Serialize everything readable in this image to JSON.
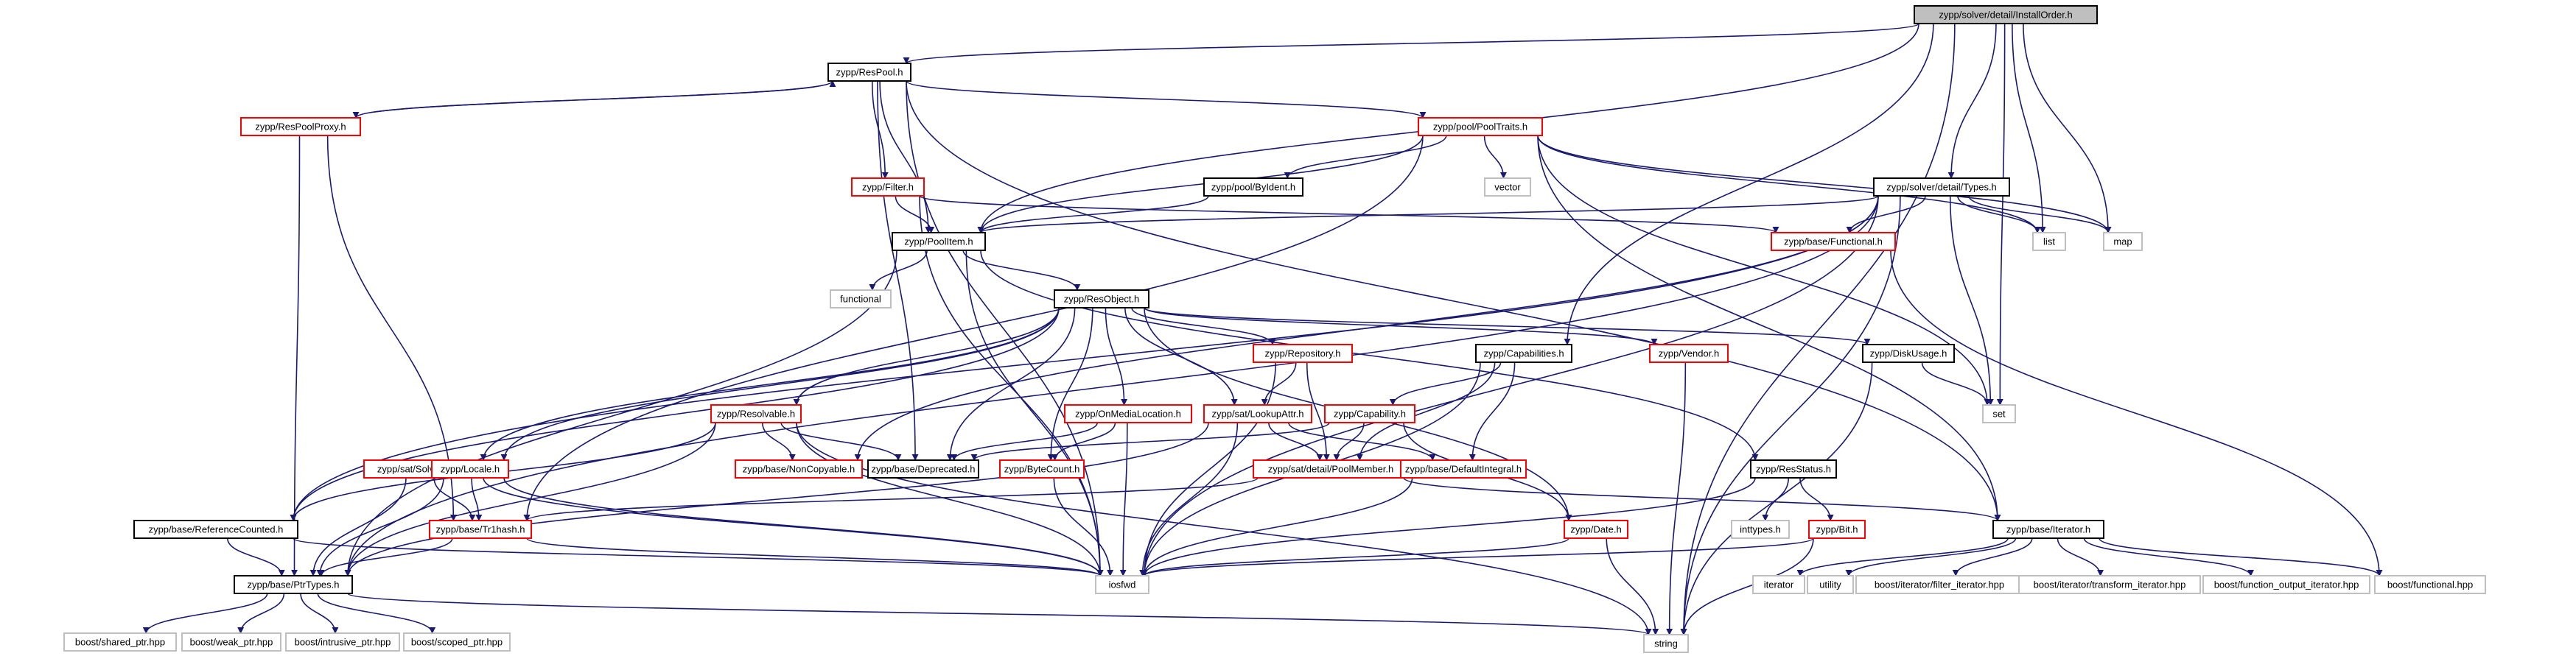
{
  "colors": {
    "edge": "#191970",
    "documented": "#000000",
    "undocumented": "#ff0000",
    "external": "#bfbfbf",
    "root_fill": "#bfbfbf",
    "text": "#000000"
  },
  "nodes": [
    {
      "id": "install_order",
      "label": "zypp/solver/detail/InstallOrder.h",
      "kind": "root"
    },
    {
      "id": "respool",
      "label": "zypp/ResPool.h",
      "kind": "documented"
    },
    {
      "id": "respoolproxy",
      "label": "zypp/ResPoolProxy.h",
      "kind": "undocumented"
    },
    {
      "id": "pooltraits",
      "label": "zypp/pool/PoolTraits.h",
      "kind": "undocumented"
    },
    {
      "id": "filter",
      "label": "zypp/Filter.h",
      "kind": "undocumented"
    },
    {
      "id": "byident",
      "label": "zypp/pool/ByIdent.h",
      "kind": "documented"
    },
    {
      "id": "vector",
      "label": "vector",
      "kind": "external"
    },
    {
      "id": "types",
      "label": "zypp/solver/detail/Types.h",
      "kind": "documented"
    },
    {
      "id": "list",
      "label": "list",
      "kind": "external"
    },
    {
      "id": "map",
      "label": "map",
      "kind": "external"
    },
    {
      "id": "functional_h",
      "label": "zypp/base/Functional.h",
      "kind": "undocumented"
    },
    {
      "id": "poolitem",
      "label": "zypp/PoolItem.h",
      "kind": "documented"
    },
    {
      "id": "functional",
      "label": "functional",
      "kind": "external"
    },
    {
      "id": "resobject",
      "label": "zypp/ResObject.h",
      "kind": "documented"
    },
    {
      "id": "capabilities",
      "label": "zypp/Capabilities.h",
      "kind": "documented"
    },
    {
      "id": "vendor",
      "label": "zypp/Vendor.h",
      "kind": "undocumented"
    },
    {
      "id": "diskusage",
      "label": "zypp/DiskUsage.h",
      "kind": "documented"
    },
    {
      "id": "set",
      "label": "set",
      "kind": "external"
    },
    {
      "id": "repository",
      "label": "zypp/Repository.h",
      "kind": "undocumented"
    },
    {
      "id": "capability",
      "label": "zypp/Capability.h",
      "kind": "undocumented"
    },
    {
      "id": "resolvable",
      "label": "zypp/Resolvable.h",
      "kind": "undocumented"
    },
    {
      "id": "onmedialocation",
      "label": "zypp/OnMediaLocation.h",
      "kind": "undocumented"
    },
    {
      "id": "lookupattr",
      "label": "zypp/sat/LookupAttr.h",
      "kind": "undocumented"
    },
    {
      "id": "noncopyable",
      "label": "zypp/base/NonCopyable.h",
      "kind": "undocumented"
    },
    {
      "id": "deprecated",
      "label": "zypp/base/Deprecated.h",
      "kind": "documented"
    },
    {
      "id": "bytecount",
      "label": "zypp/ByteCount.h",
      "kind": "undocumented"
    },
    {
      "id": "poolmember",
      "label": "zypp/sat/detail/PoolMember.h",
      "kind": "undocumented"
    },
    {
      "id": "defaultintegral",
      "label": "zypp/base/DefaultIntegral.h",
      "kind": "undocumented"
    },
    {
      "id": "solvableset",
      "label": "zypp/sat/SolvableSet.h",
      "kind": "undocumented"
    },
    {
      "id": "locale",
      "label": "zypp/Locale.h",
      "kind": "undocumented"
    },
    {
      "id": "resstatus",
      "label": "zypp/ResStatus.h",
      "kind": "documented"
    },
    {
      "id": "date",
      "label": "zypp/Date.h",
      "kind": "undocumented"
    },
    {
      "id": "refcounted",
      "label": "zypp/base/ReferenceCounted.h",
      "kind": "documented"
    },
    {
      "id": "tr1hash",
      "label": "zypp/base/Tr1hash.h",
      "kind": "undocumented"
    },
    {
      "id": "inttypes",
      "label": "inttypes.h",
      "kind": "external"
    },
    {
      "id": "bit",
      "label": "zypp/Bit.h",
      "kind": "undocumented"
    },
    {
      "id": "iterator_h",
      "label": "zypp/base/Iterator.h",
      "kind": "documented"
    },
    {
      "id": "ptrtypes",
      "label": "zypp/base/PtrTypes.h",
      "kind": "documented"
    },
    {
      "id": "iosfwd",
      "label": "iosfwd",
      "kind": "external"
    },
    {
      "id": "iterator",
      "label": "iterator",
      "kind": "external"
    },
    {
      "id": "utility",
      "label": "utility",
      "kind": "external"
    },
    {
      "id": "filter_iterator",
      "label": "boost/iterator/filter_iterator.hpp",
      "kind": "external"
    },
    {
      "id": "transform_iterator",
      "label": "boost/iterator/transform_iterator.hpp",
      "kind": "external"
    },
    {
      "id": "function_output_iterator",
      "label": "boost/function_output_iterator.hpp",
      "kind": "external"
    },
    {
      "id": "boost_functional",
      "label": "boost/functional.hpp",
      "kind": "external"
    },
    {
      "id": "string",
      "label": "string",
      "kind": "external"
    },
    {
      "id": "shared_ptr",
      "label": "boost/shared_ptr.hpp",
      "kind": "external"
    },
    {
      "id": "weak_ptr",
      "label": "boost/weak_ptr.hpp",
      "kind": "external"
    },
    {
      "id": "intrusive_ptr",
      "label": "boost/intrusive_ptr.hpp",
      "kind": "external"
    },
    {
      "id": "scoped_ptr",
      "label": "boost/scoped_ptr.hpp",
      "kind": "external"
    }
  ],
  "edges": [
    [
      "install_order",
      "respool"
    ],
    [
      "install_order",
      "types"
    ],
    [
      "install_order",
      "capabilities"
    ],
    [
      "install_order",
      "list"
    ],
    [
      "install_order",
      "map"
    ],
    [
      "install_order",
      "set"
    ],
    [
      "install_order",
      "string"
    ],
    [
      "install_order",
      "poolitem"
    ],
    [
      "respool",
      "respoolproxy"
    ],
    [
      "respool",
      "pooltraits"
    ],
    [
      "respool",
      "filter"
    ],
    [
      "respool",
      "poolitem"
    ],
    [
      "respool",
      "deprecated"
    ],
    [
      "respool",
      "iosfwd"
    ],
    [
      "respool",
      "iterator_h"
    ],
    [
      "respoolproxy",
      "respool"
    ],
    [
      "respoolproxy",
      "ptrtypes"
    ],
    [
      "respoolproxy",
      "tr1hash"
    ],
    [
      "pooltraits",
      "byident"
    ],
    [
      "pooltraits",
      "vector"
    ],
    [
      "pooltraits",
      "poolitem"
    ],
    [
      "pooltraits",
      "list"
    ],
    [
      "pooltraits",
      "map"
    ],
    [
      "pooltraits",
      "set"
    ],
    [
      "pooltraits",
      "iterator_h"
    ],
    [
      "pooltraits",
      "tr1hash"
    ],
    [
      "filter",
      "poolitem"
    ],
    [
      "filter",
      "functional_h"
    ],
    [
      "filter",
      "iosfwd"
    ],
    [
      "byident",
      "poolitem"
    ],
    [
      "types",
      "poolitem"
    ],
    [
      "types",
      "list"
    ],
    [
      "types",
      "map"
    ],
    [
      "types",
      "set"
    ],
    [
      "types",
      "string"
    ],
    [
      "types",
      "functional_h"
    ],
    [
      "types",
      "iosfwd"
    ],
    [
      "types",
      "noncopyable"
    ],
    [
      "types",
      "refcounted"
    ],
    [
      "types",
      "ptrtypes"
    ],
    [
      "functional_h",
      "boost_functional"
    ],
    [
      "poolitem",
      "functional"
    ],
    [
      "poolitem",
      "resobject"
    ],
    [
      "poolitem",
      "resstatus"
    ],
    [
      "poolitem",
      "iosfwd"
    ],
    [
      "poolitem",
      "ptrtypes"
    ],
    [
      "resobject",
      "repository"
    ],
    [
      "resobject",
      "vendor"
    ],
    [
      "resobject",
      "diskusage"
    ],
    [
      "resobject",
      "resolvable"
    ],
    [
      "resobject",
      "onmedialocation"
    ],
    [
      "resobject",
      "lookupattr"
    ],
    [
      "resobject",
      "bytecount"
    ],
    [
      "resobject",
      "deprecated"
    ],
    [
      "resobject",
      "date"
    ],
    [
      "resobject",
      "locale"
    ],
    [
      "resobject",
      "solvableset"
    ],
    [
      "resobject",
      "refcounted"
    ],
    [
      "capabilities",
      "capability"
    ],
    [
      "capabilities",
      "poolmember"
    ],
    [
      "capabilities",
      "defaultintegral"
    ],
    [
      "capabilities",
      "iosfwd"
    ],
    [
      "vendor",
      "string"
    ],
    [
      "diskusage",
      "set"
    ],
    [
      "diskusage",
      "string"
    ],
    [
      "repository",
      "lookupattr"
    ],
    [
      "repository",
      "poolmember"
    ],
    [
      "repository",
      "iosfwd"
    ],
    [
      "capability",
      "poolmember"
    ],
    [
      "capability",
      "deprecated"
    ],
    [
      "capability",
      "date"
    ],
    [
      "resolvable",
      "noncopyable"
    ],
    [
      "resolvable",
      "deprecated"
    ],
    [
      "resolvable",
      "ptrtypes"
    ],
    [
      "resolvable",
      "iosfwd"
    ],
    [
      "resolvable",
      "string"
    ],
    [
      "resolvable",
      "refcounted"
    ],
    [
      "onmedialocation",
      "bytecount"
    ],
    [
      "onmedialocation",
      "deprecated"
    ],
    [
      "onmedialocation",
      "iosfwd"
    ],
    [
      "lookupattr",
      "poolmember"
    ],
    [
      "lookupattr",
      "defaultintegral"
    ],
    [
      "lookupattr",
      "iosfwd"
    ],
    [
      "lookupattr",
      "ptrtypes"
    ],
    [
      "poolmember",
      "tr1hash"
    ],
    [
      "poolmember",
      "iterator_h"
    ],
    [
      "defaultintegral",
      "iosfwd"
    ],
    [
      "bytecount",
      "iosfwd"
    ],
    [
      "solvableset",
      "tr1hash"
    ],
    [
      "solvableset",
      "ptrtypes"
    ],
    [
      "solvableset",
      "iosfwd"
    ],
    [
      "locale",
      "tr1hash"
    ],
    [
      "locale",
      "ptrtypes"
    ],
    [
      "locale",
      "iosfwd"
    ],
    [
      "resstatus",
      "inttypes"
    ],
    [
      "resstatus",
      "bit"
    ],
    [
      "resstatus",
      "iosfwd"
    ],
    [
      "date",
      "iosfwd"
    ],
    [
      "date",
      "string"
    ],
    [
      "bit",
      "string"
    ],
    [
      "bit",
      "iosfwd"
    ],
    [
      "refcounted",
      "ptrtypes"
    ],
    [
      "refcounted",
      "iosfwd"
    ],
    [
      "tr1hash",
      "ptrtypes"
    ],
    [
      "tr1hash",
      "iosfwd"
    ],
    [
      "iterator_h",
      "iterator"
    ],
    [
      "iterator_h",
      "utility"
    ],
    [
      "iterator_h",
      "filter_iterator"
    ],
    [
      "iterator_h",
      "transform_iterator"
    ],
    [
      "iterator_h",
      "function_output_iterator"
    ],
    [
      "iterator_h",
      "boost_functional"
    ],
    [
      "ptrtypes",
      "shared_ptr"
    ],
    [
      "ptrtypes",
      "weak_ptr"
    ],
    [
      "ptrtypes",
      "intrusive_ptr"
    ],
    [
      "ptrtypes",
      "scoped_ptr"
    ],
    [
      "ptrtypes",
      "string"
    ]
  ]
}
